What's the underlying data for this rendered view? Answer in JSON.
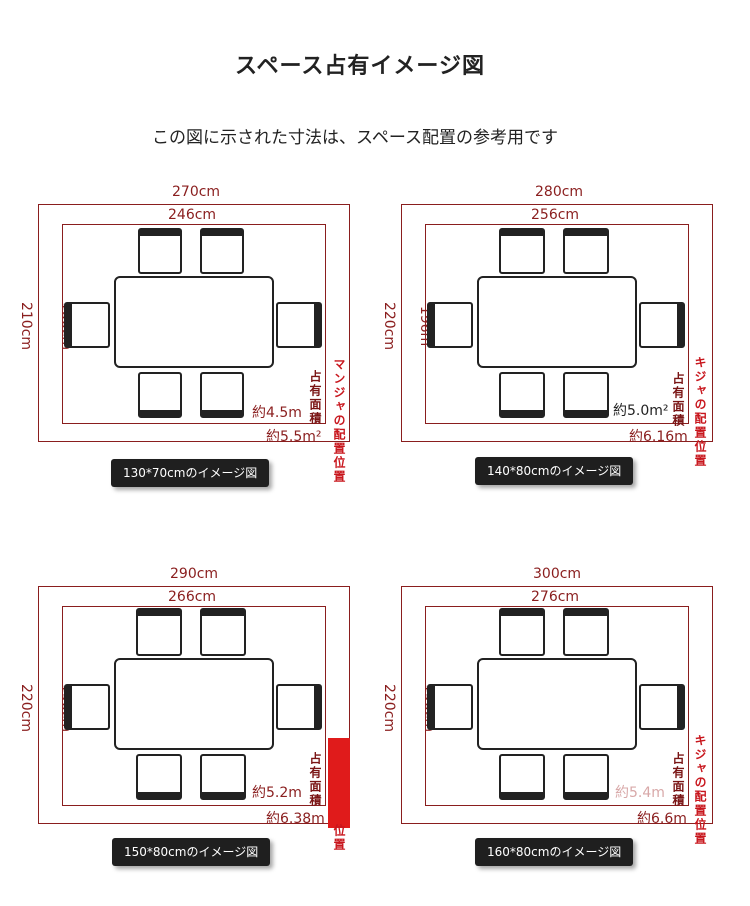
{
  "title": "スペース占有イメージ図",
  "subtitle": "この図に示された寸法は、スペース配置の参考用です",
  "colors": {
    "accent": "#8a1e1e",
    "label_red": "#c8161d",
    "badge_bg": "#1f1f1f"
  },
  "panels": [
    {
      "outer_w": "270cm",
      "inner_w": "246cm",
      "outer_h": "210cm",
      "inner_h": "186cm",
      "area_small": "約4.5m",
      "area_large": "約5.5m²",
      "vlabel_a": "マンジャの配置位置",
      "vlabel_b": "占有面積",
      "badge": "130*70cmのイメージ図"
    },
    {
      "outer_w": "280cm",
      "inner_w": "256cm",
      "outer_h": "220cm",
      "inner_h": "196m",
      "area_small": "約5.0m²",
      "area_large": "約6.16m",
      "vlabel_a": "キジャの配置位置",
      "vlabel_b": "占有面積",
      "badge": "140*80cmのイメージ図"
    },
    {
      "outer_w": "290cm",
      "inner_w": "266cm",
      "outer_h": "220cm",
      "inner_h": "196cm",
      "area_small": "約5.2m",
      "area_large": "約6.38m",
      "vlabel_a": "位置",
      "vlabel_b": "占有面積",
      "badge": "150*80cmのイメージ図"
    },
    {
      "outer_w": "300cm",
      "inner_w": "276cm",
      "outer_h": "220cm",
      "inner_h": "196cm",
      "area_small": "約5.4m",
      "area_large": "約6.6m",
      "vlabel_a": "キジャの配置位置",
      "vlabel_b": "占有面積",
      "badge": "160*80cmのイメージ図"
    }
  ]
}
